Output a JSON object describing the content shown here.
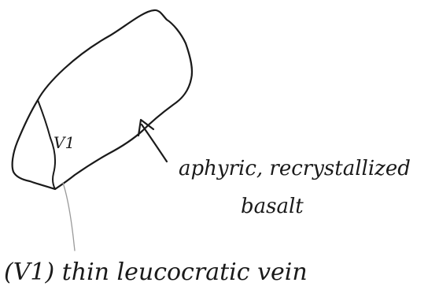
{
  "labels": {
    "vein_marker": "V1",
    "basalt_line1": "aphyric, recrystallized",
    "basalt_line2": "basalt",
    "vein_caption": "(V1) thin leucocratic vein"
  },
  "colors": {
    "ink": "#1a1a1a",
    "pencil": "#9a9a9a",
    "paper": "#ffffff"
  }
}
